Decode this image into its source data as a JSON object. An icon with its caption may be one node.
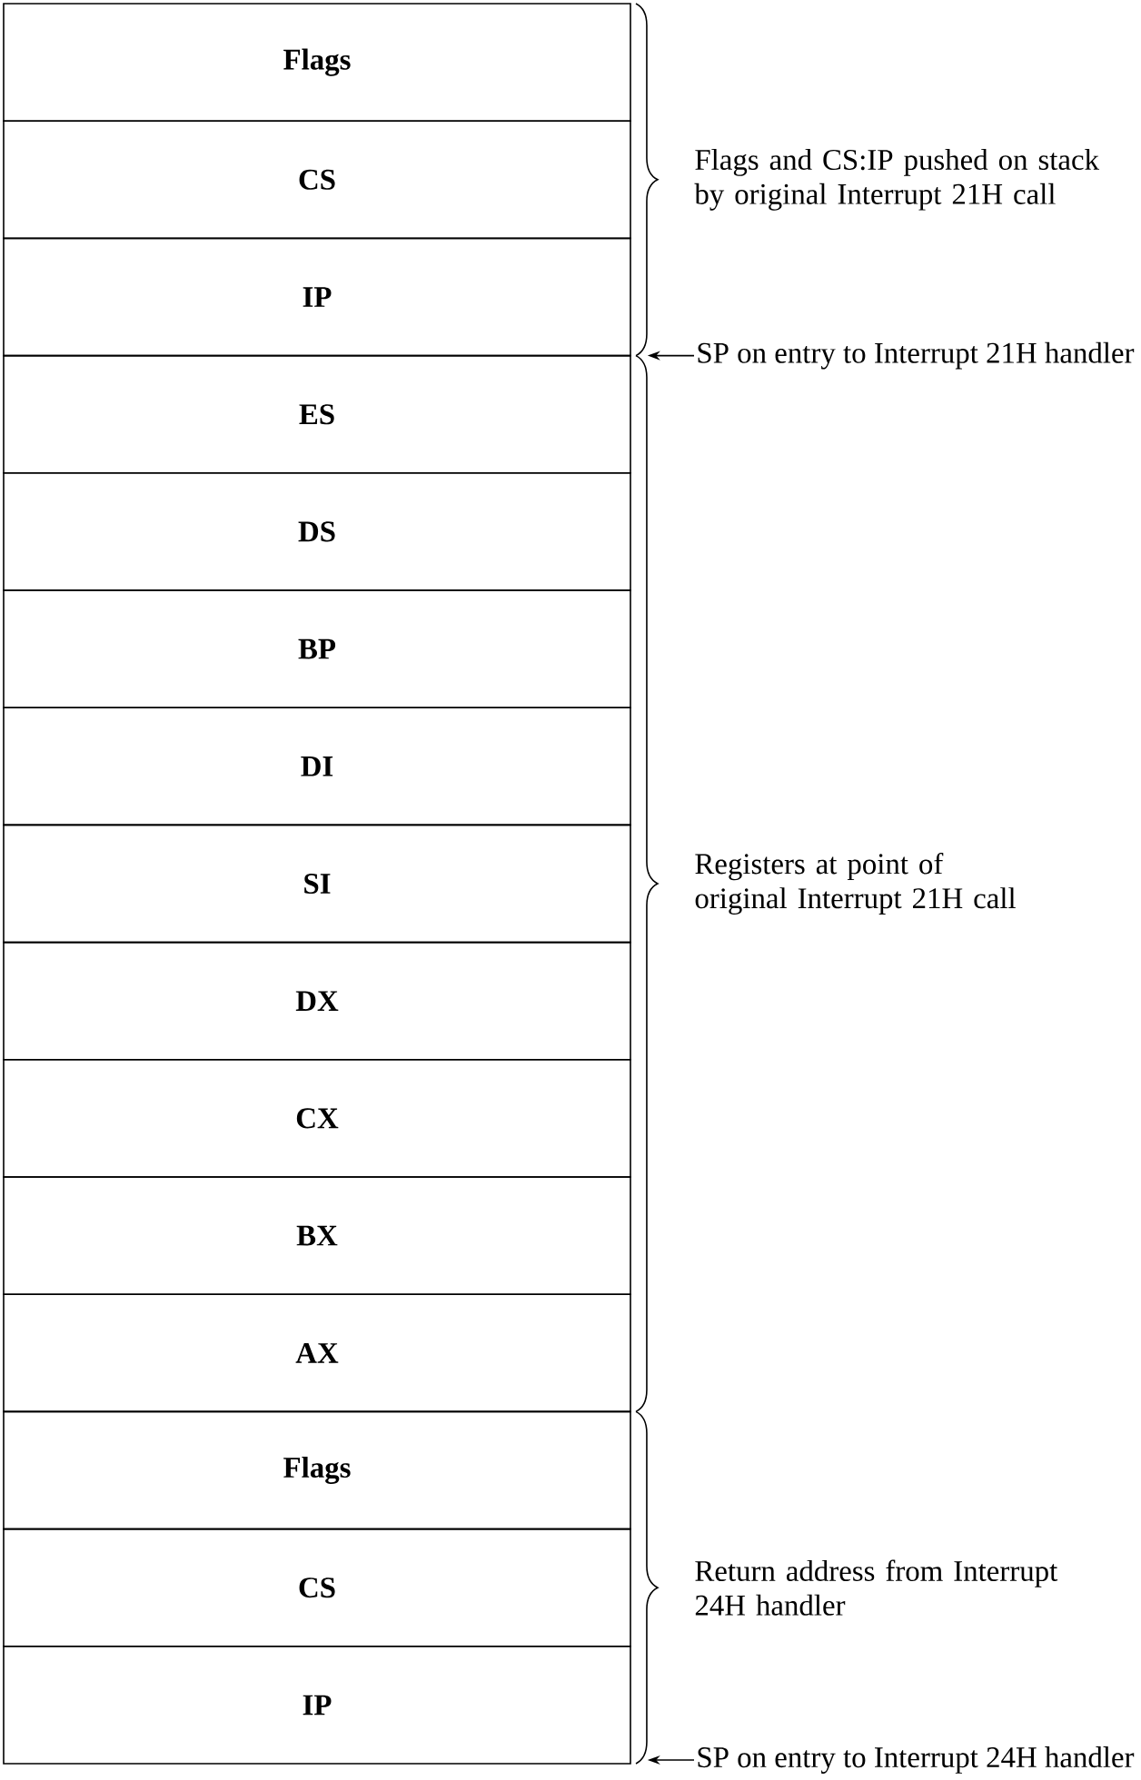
{
  "diagram": {
    "nodes": [
      {
        "text": [
          "Flags"
        ]
      },
      {
        "text": [
          "CS"
        ]
      },
      {
        "text": [
          "IP"
        ]
      },
      {
        "text": [
          "ES"
        ]
      },
      {
        "text": [
          "DS"
        ]
      },
      {
        "text": [
          "BP"
        ]
      },
      {
        "text": [
          "DI"
        ]
      },
      {
        "text": [
          "SI"
        ]
      },
      {
        "text": [
          "DX"
        ]
      },
      {
        "text": [
          "CX"
        ]
      },
      {
        "text": [
          "BX"
        ]
      },
      {
        "text": [
          "AX"
        ]
      },
      {
        "text": [
          "Flags"
        ]
      },
      {
        "text": [
          "CS"
        ]
      },
      {
        "text": [
          "IP"
        ]
      },
      {
        "text": [
          "SP on entry to Interrupt 21H handler"
        ]
      },
      {
        "text": [
          "SP on entry to Interrupt 24H handler"
        ]
      }
    ],
    "edges": [
      {
        "from": 15,
        "to": 3,
        "arrow": "to"
      },
      {
        "from": 16,
        "to": 14,
        "arrow": "to"
      }
    ],
    "labels": [
      "Flags and CS:IP pushed on stack by original Interrupt 21H call",
      "Registers at point of original Interrupt 21H call",
      "Return address from Interrupt 24H handler"
    ]
  }
}
